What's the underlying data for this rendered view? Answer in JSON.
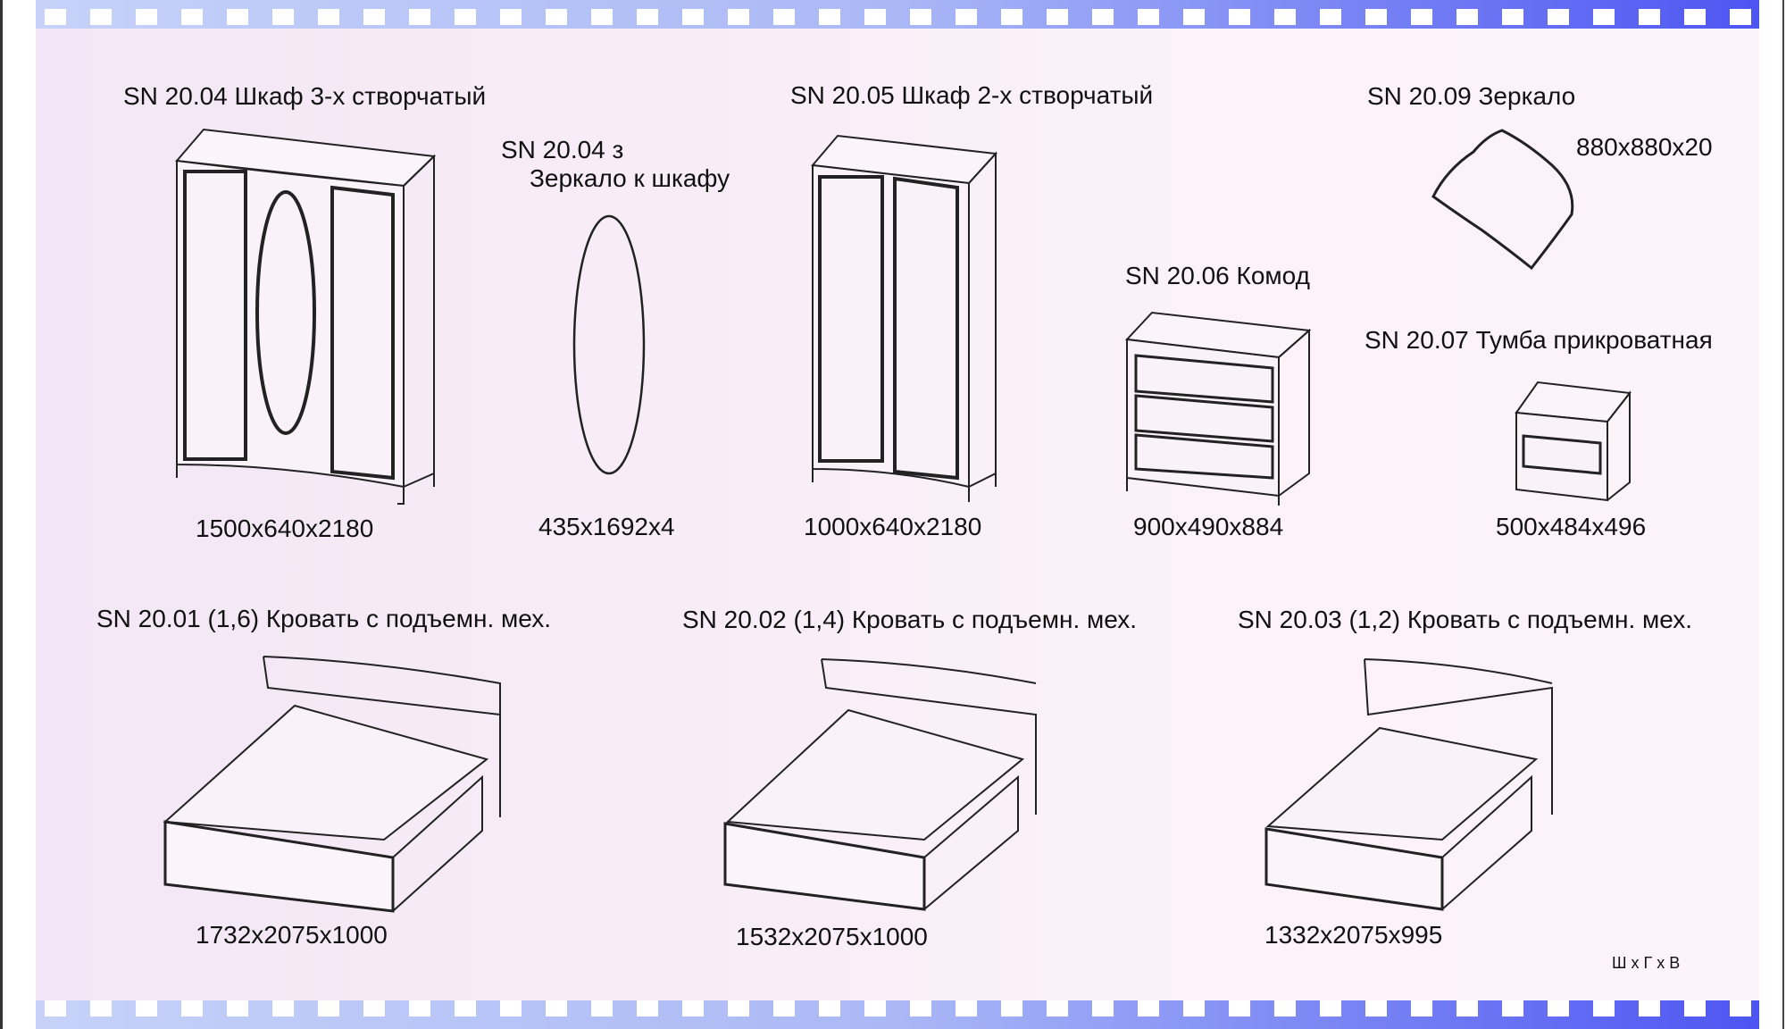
{
  "items": [
    {
      "title": "SN 20.04 Шкаф 3-х створчатый",
      "dims": "1500x640x2180"
    },
    {
      "title_line1": "SN 20.04 з",
      "title_line2": "Зеркало к шкафу",
      "dims": "435x1692x4"
    },
    {
      "title": "SN 20.05 Шкаф 2-х створчатый",
      "dims": "1000x640x2180"
    },
    {
      "title": "SN 20.06 Комод",
      "dims": "900x490x884"
    },
    {
      "title": "SN 20.07 Тумба прикроватная",
      "dims": "500x484x496"
    },
    {
      "title": "SN 20.09 Зеркало",
      "dims": "880x880x20"
    },
    {
      "title": "SN 20.01  (1,6) Кровать с подъемн. мех.",
      "dims": "1732x2075x1000"
    },
    {
      "title": "SN 20.02  (1,4) Кровать с подъемн. мех.",
      "dims": "1532x2075x1000"
    },
    {
      "title": "SN 20.03  (1,2) Кровать с подъемн. мех.",
      "dims": "1332x2075x995"
    }
  ],
  "legend": "Ш x Г x В",
  "colors": {
    "panel": "#f7ecf7",
    "band_light": "#c6d2f8",
    "band_dark": "#4d55f2"
  }
}
